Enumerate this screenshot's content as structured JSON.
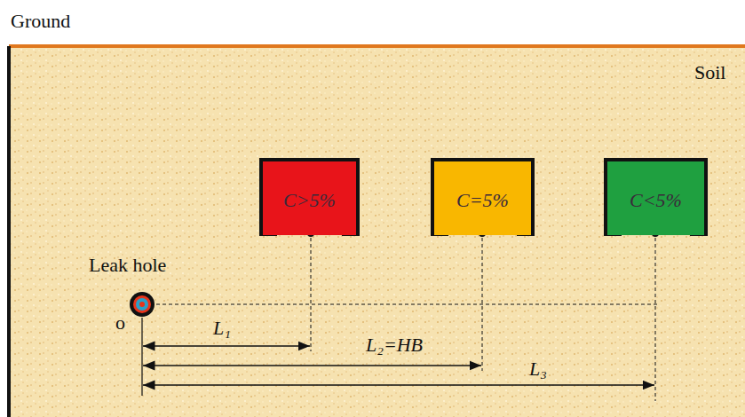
{
  "diagram": {
    "nodes": [
      {
        "text": [
          "C>5%"
        ]
      },
      {
        "text": [
          "C=5%"
        ]
      },
      {
        "text": [
          "C<5%"
        ]
      }
    ],
    "labels": [
      "Ground",
      "Soil",
      "Leak hole",
      "o",
      "L₁",
      "L₂=HB",
      "L₃"
    ]
  }
}
